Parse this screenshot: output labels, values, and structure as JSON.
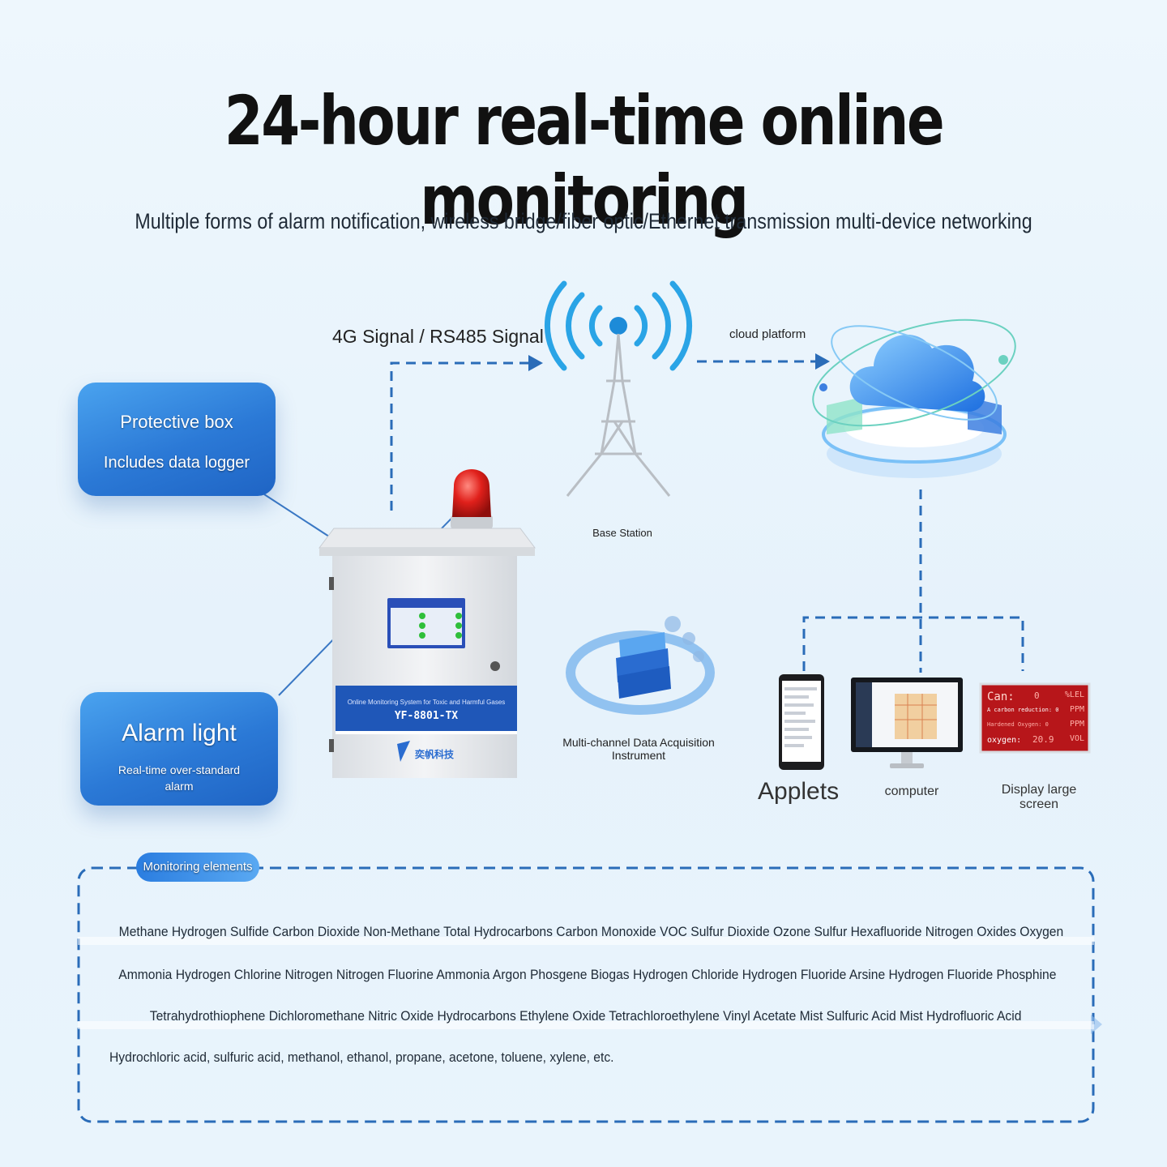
{
  "header": {
    "title": "24-hour real-time online monitoring",
    "subtitle": "Multiple forms of alarm notification, wireless bridge/fiber optic/Ethernet transmission multi-device networking"
  },
  "callouts": {
    "protective_box": {
      "title": "Protective box",
      "detail": "Includes data logger"
    },
    "alarm_light": {
      "title": "Alarm light",
      "detail": "Real-time over-standard alarm"
    }
  },
  "flow_labels": {
    "signal": "4G Signal / RS485 Signal",
    "cloud": "cloud platform",
    "base_station": "Base Station",
    "daq": "Multi-channel Data Acquisition Instrument",
    "applets": "Applets",
    "computer": "computer",
    "display": "Display large screen"
  },
  "device": {
    "panel_caption": "Online Monitoring System for Toxic and Harmful Gases",
    "model": "YF-8801-TX",
    "brand": "奕帆科技"
  },
  "display_screen": {
    "row1": {
      "label": "Can:",
      "value": "0",
      "unit": "%LEL"
    },
    "row1b": {
      "label": "A carbon reduction: 0",
      "unit": "PPM"
    },
    "row2": {
      "label": "Hardened Oxygen: 0",
      "unit": "PPM"
    },
    "row3": {
      "label": "oxygen:",
      "value": "20.9",
      "unit": "VOL"
    }
  },
  "monitoring": {
    "tab_label": "Monitoring elements",
    "lines": [
      "Methane Hydrogen Sulfide Carbon Dioxide Non-Methane Total Hydrocarbons Carbon Monoxide VOC Sulfur Dioxide Ozone Sulfur Hexafluoride Nitrogen Oxides Oxygen",
      "Ammonia Hydrogen Chlorine Nitrogen Nitrogen Fluorine Ammonia Argon Phosgene Biogas Hydrogen Chloride Hydrogen Fluoride Arsine Hydrogen Fluoride Phosphine",
      "Tetrahydrothiophene Dichloromethane Nitric Oxide Hydrocarbons Ethylene Oxide Tetrachloroethylene Vinyl Acetate Mist Sulfuric Acid Mist Hydrofluoric Acid",
      "Hydrochloric acid, sulfuric acid, methanol, ethanol, propane, acetone, toluene, xylene, etc."
    ]
  },
  "colors": {
    "accent_blue": "#2b79d6",
    "dash_blue": "#2a6cb8",
    "alarm_red": "#e0201b"
  }
}
